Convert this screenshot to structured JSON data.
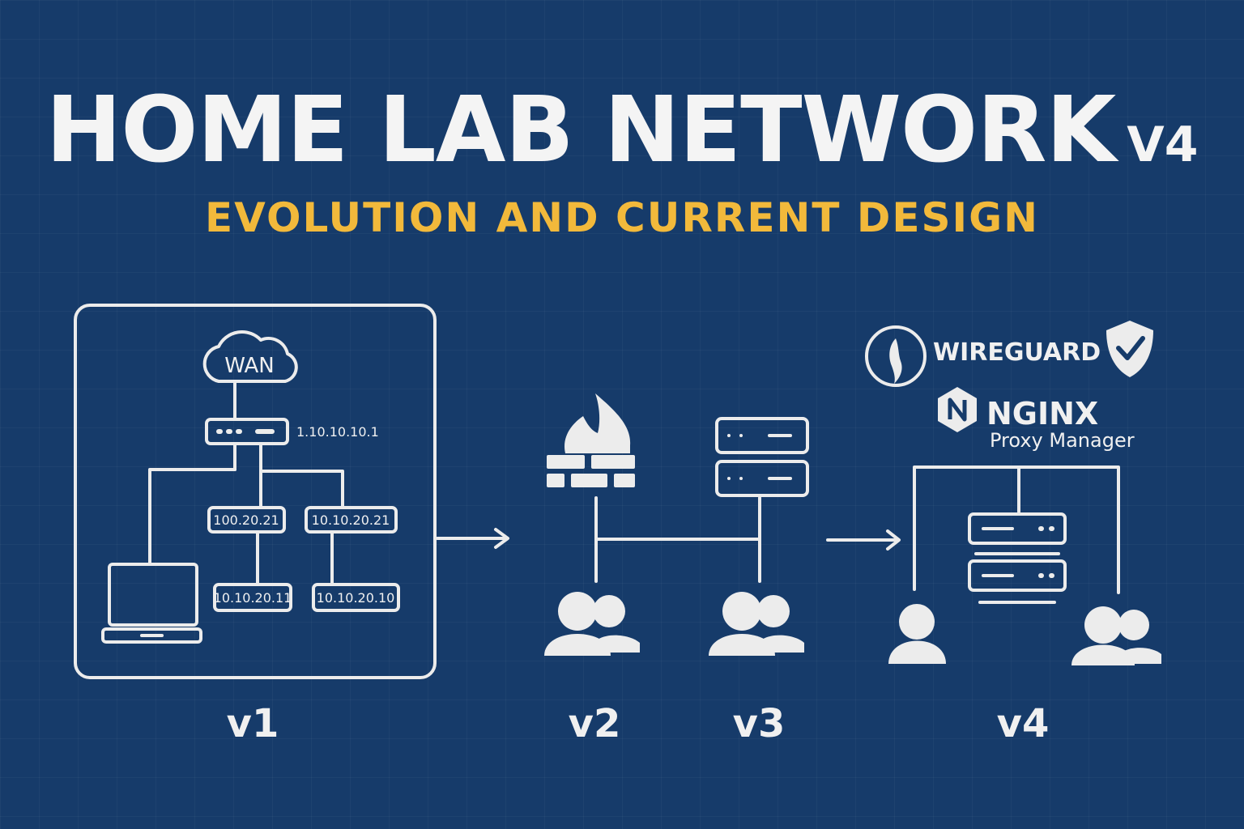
{
  "title": {
    "main": "HOME LAB NETWORK",
    "version": "V4"
  },
  "subtitle": "EVOLUTION AND CURRENT DESIGN",
  "v1": {
    "wan_label": "WAN",
    "router_ip": "1.10.10.10.1",
    "nodes": [
      "100.20.21",
      "10.10.20.21",
      "10.10.20.11",
      "10.10.20.10"
    ]
  },
  "brands": {
    "wireguard": "WIREGUARD",
    "nginx": "NGINX",
    "nginx_sub": "Proxy Manager"
  },
  "versions": [
    "v1",
    "v2",
    "v3",
    "v4"
  ],
  "colors": {
    "background": "#163b6a",
    "accent": "#f2b93b",
    "line": "#ececec"
  }
}
